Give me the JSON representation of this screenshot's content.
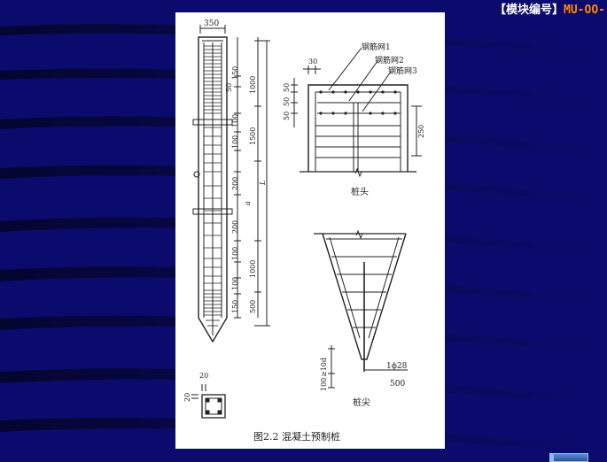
{
  "header": {
    "module_prefix": "【模块编号】",
    "module_code": "MU-OO-"
  },
  "figure": {
    "caption": "图2.2  混凝土预制桩",
    "pile_width_label": "350",
    "length_label": "L",
    "spacing_a_label": "a",
    "left_dims": [
      "50",
      "150",
      "100",
      "100",
      "200",
      "200",
      "100",
      "100",
      "150"
    ],
    "right_dims": [
      "1000",
      "1500",
      "1000",
      "500"
    ],
    "section_dim_top": "20",
    "section_dim_left": "20",
    "head": {
      "label": "桩头",
      "mesh1": "钢筋网1",
      "mesh2": "钢筋网2",
      "mesh3": "钢筋网3",
      "dim_30": "30",
      "dim_50a": "50",
      "dim_50b": "50",
      "dim_50c": "50",
      "dim_250": "250"
    },
    "tip": {
      "label": "桩尖",
      "rebar": "1ϕ28",
      "dim_500": "500",
      "dim_10d": "≥10d",
      "dim_100": "100"
    }
  },
  "colors": {
    "background": "#0b0b6e",
    "module_code": "#ff8a00",
    "figure_bg": "#ffffff",
    "drawing_line": "#222222"
  }
}
